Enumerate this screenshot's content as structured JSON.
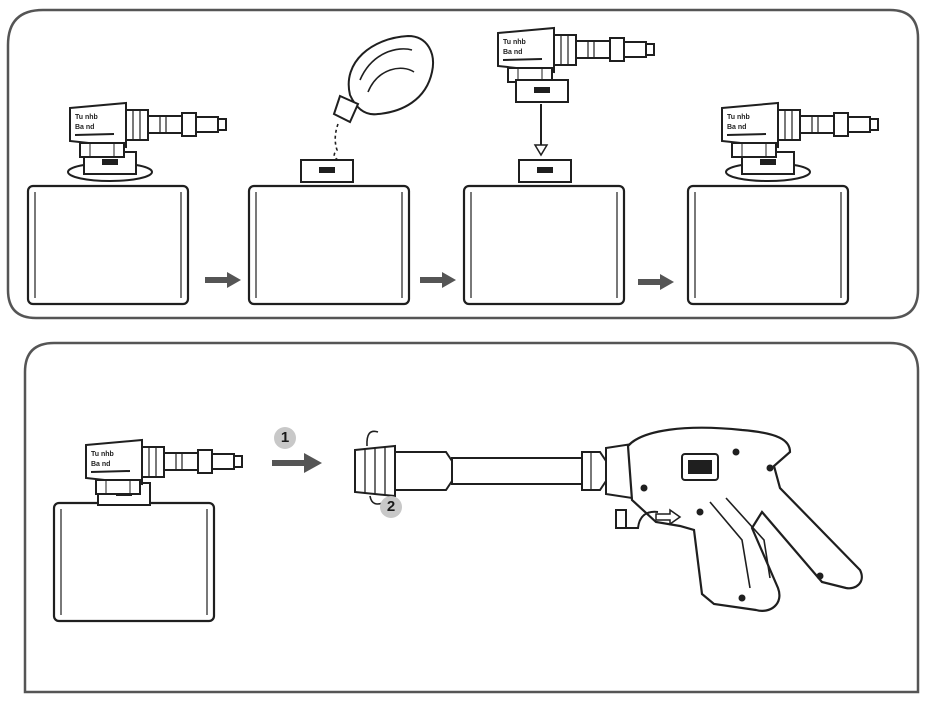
{
  "panels": [
    {
      "name": "fill-foam-bottle-panel",
      "steps": [
        "foam-cannon-attached-bottle",
        "pour-detergent-into-bottle",
        "lower-foam-cannon-onto-bottle",
        "reassembled-foam-cannon-bottle"
      ]
    },
    {
      "name": "attach-to-spray-gun-panel",
      "steps": [
        "foam-cannon-bottle",
        "spray-gun-with-lance"
      ],
      "labels": {
        "step_one": "1",
        "step_two": "2"
      }
    }
  ],
  "colors": {
    "line": "#1f1f1f",
    "arrow": "#555555",
    "badge": "#c8c8c8",
    "frame": "#555555"
  }
}
